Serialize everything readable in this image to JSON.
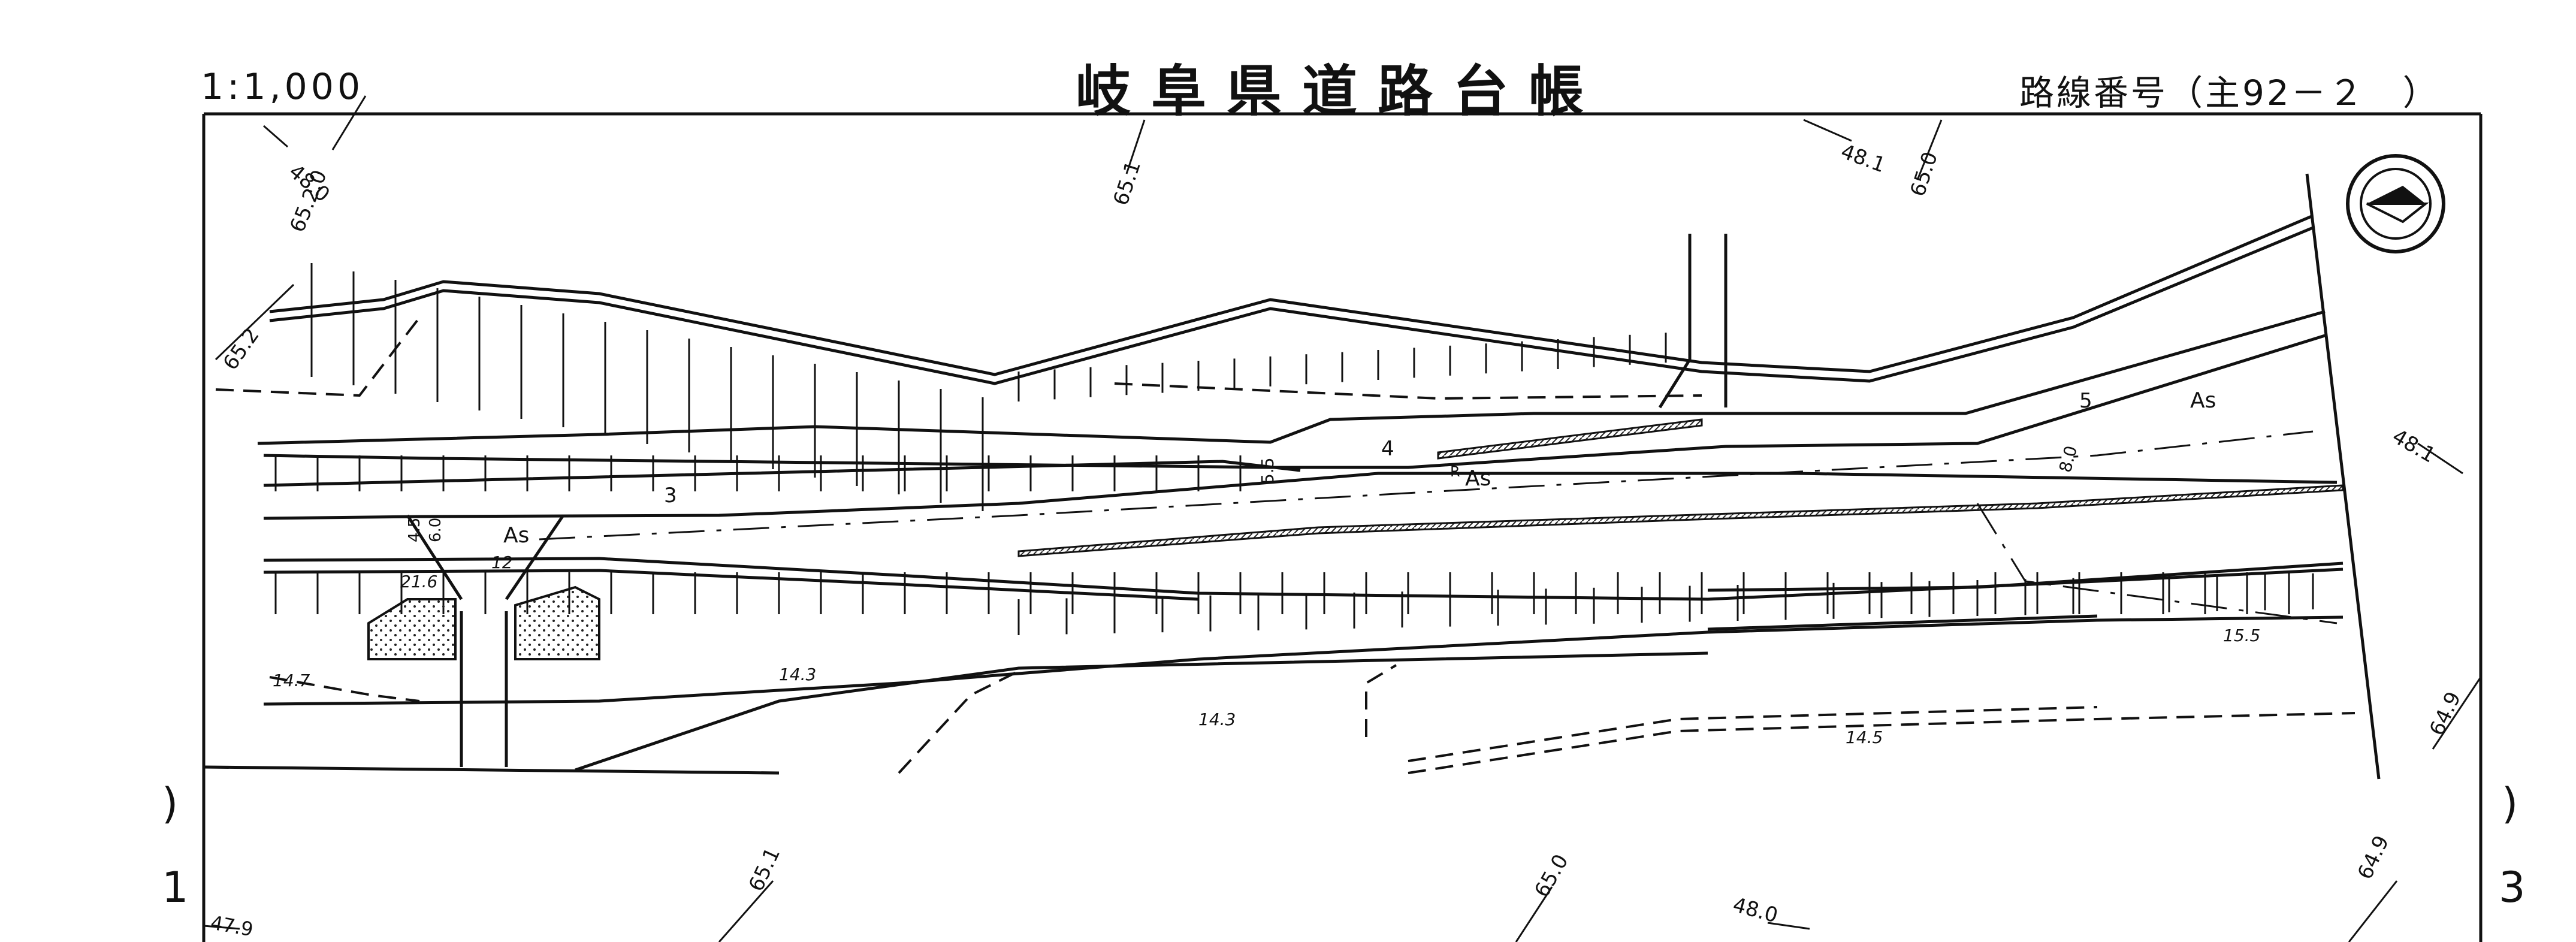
{
  "header": {
    "scale": "1:1,000",
    "title": "岐阜県道路台帳",
    "route": "路線番号（主92－２　）"
  },
  "sheet_markers": {
    "left_paren": ")",
    "left_number": "1",
    "right_paren": ")",
    "right_number": "3"
  },
  "contours": {
    "c1": "48.0",
    "c2": "65.2.0",
    "c3": "65.1",
    "c4": "48.1",
    "c5": "65.0",
    "c6": "65.2",
    "c7": "48.1",
    "c8": "64.9",
    "c9": "65.1",
    "c10": "65.0",
    "c11": "48.0",
    "c12": "64.9",
    "c13": "47.9"
  },
  "map_labels": {
    "as_left": "As",
    "as_mid": "As",
    "as_right": "As",
    "lane_3": "3",
    "lane_4": "4",
    "lane_5": "5",
    "width_216": "21.6",
    "width_12": "12",
    "elev_147": "14.7",
    "elev_143a": "14.3",
    "elev_143b": "14.3",
    "elev_145": "14.5",
    "elev_155": "15.5",
    "mark_r": "R",
    "dim_55": "5.5",
    "dim_80": "8.0",
    "dim_45": "4.5",
    "dim_60": "6.0"
  },
  "north_arrow": "north-arrow"
}
